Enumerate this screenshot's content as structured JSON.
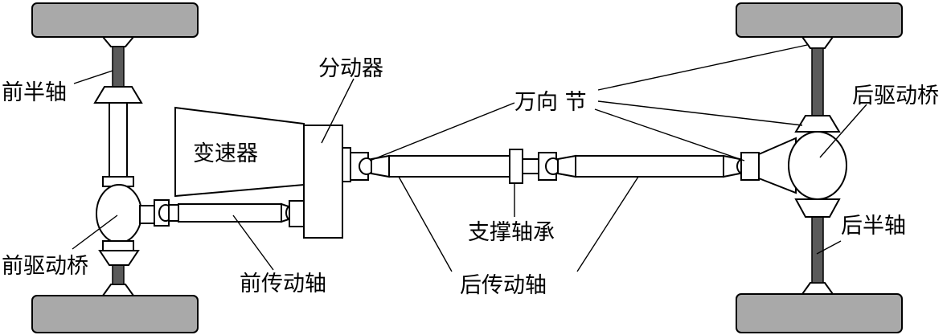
{
  "labels": {
    "front_half_shaft": "前半轴",
    "transfer_case": "分动器",
    "transmission": "变速器",
    "universal_joint": "万向 节",
    "rear_drive_axle": "后驱动桥",
    "support_bearing": "支撑轴承",
    "front_drive_axle": "前驱动桥",
    "rear_half_shaft": "后半轴",
    "front_drive_shaft": "前传动轴",
    "rear_drive_shaft": "后传动轴"
  },
  "colors": {
    "tyre": "#a9a9a9",
    "half_shaft": "#5a5a5a",
    "line": "#000000",
    "fill": "#ffffff"
  }
}
